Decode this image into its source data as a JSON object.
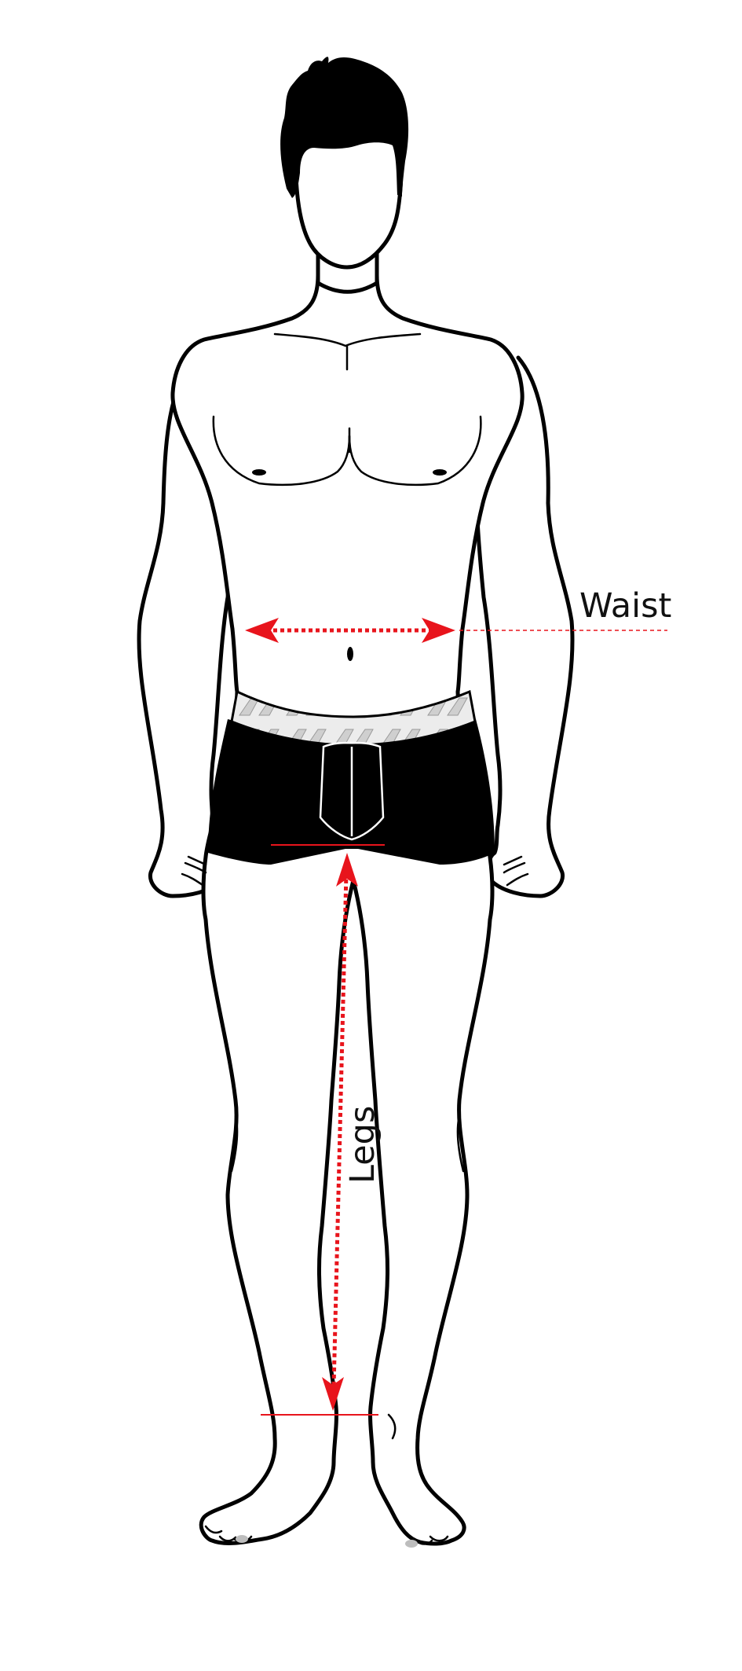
{
  "labels": {
    "waist": "Waist",
    "legs": "Legs"
  },
  "colors": {
    "outline": "#000000",
    "measure": "#e8141c",
    "shorts": "#000000",
    "waistband": "#e6e6e6",
    "text": "#111111"
  },
  "icons": {
    "figure": "male-body-outline",
    "waist_arrow": "double-headed-arrow-horizontal",
    "legs_arrow": "double-headed-arrow-vertical"
  }
}
